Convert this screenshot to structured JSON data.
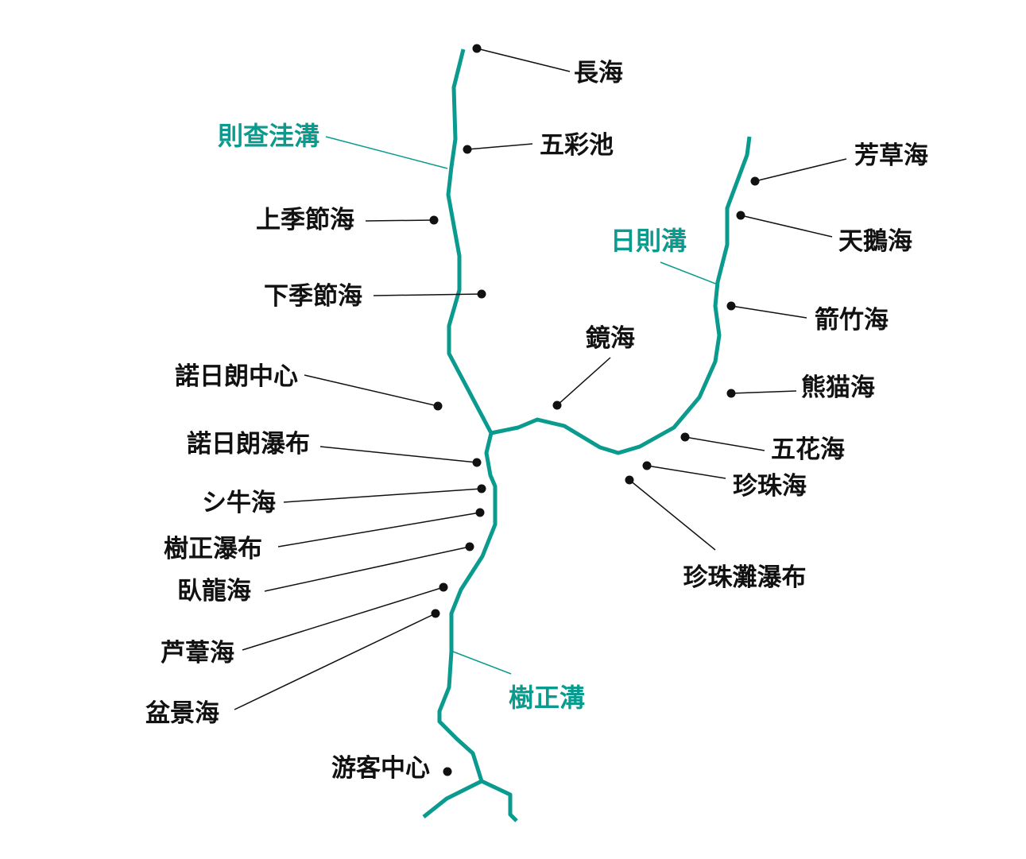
{
  "colors": {
    "river": "#0a9b8e",
    "text": "#111111",
    "background": "#ffffff"
  },
  "valleys": {
    "zechawa": "則查洼溝",
    "rize": "日則溝",
    "shuzheng": "樹正溝"
  },
  "sites": {
    "changhai": "長海",
    "wucaichi": "五彩池",
    "shangjijiehai": "上季節海",
    "xiajijiehai": "下季節海",
    "nuorilang_center": "諾日朗中心",
    "nuorilang_falls": "諾日朗瀑布",
    "xiniuhai": "シ牛海",
    "shuzheng_falls": "樹正瀑布",
    "wolonghai": "臥龍海",
    "luweihai": "芦葦海",
    "penjinghai": "盆景海",
    "visitor_center": "游客中心",
    "jinghai": "鏡海",
    "fangcaohai": "芳草海",
    "tianehai": "天鵝海",
    "jianzhuhai": "箭竹海",
    "xiongmaohai": "熊猫海",
    "wuhuahai": "五花海",
    "zhenzhuhai": "珍珠海",
    "zhenzhutan_falls": "珍珠灘瀑布"
  }
}
